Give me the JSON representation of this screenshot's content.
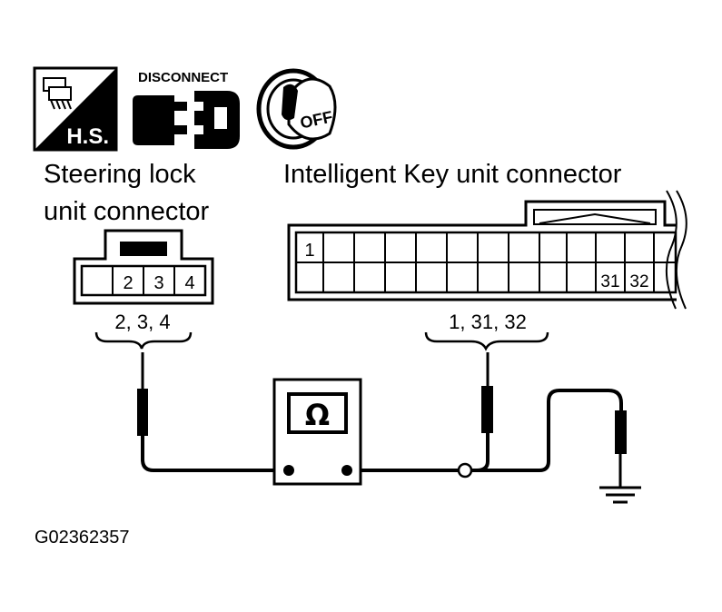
{
  "icons": {
    "harness_label": "H.S.",
    "disconnect_label": "DISCONNECT",
    "ignition_label": "OFF"
  },
  "steering_lock": {
    "title_line1": "Steering lock",
    "title_line2": "unit connector",
    "pins": [
      "2",
      "3",
      "4"
    ],
    "selected_pins": "2, 3, 4"
  },
  "intelligent_key": {
    "title": "Intelligent Key unit connector",
    "pin_top_left": "1",
    "pin_31": "31",
    "pin_32": "32",
    "selected_pins": "1, 31, 32"
  },
  "meter": {
    "symbol": "Ω",
    "icon": "ohmmeter-icon"
  },
  "figure_code": "G02362357"
}
